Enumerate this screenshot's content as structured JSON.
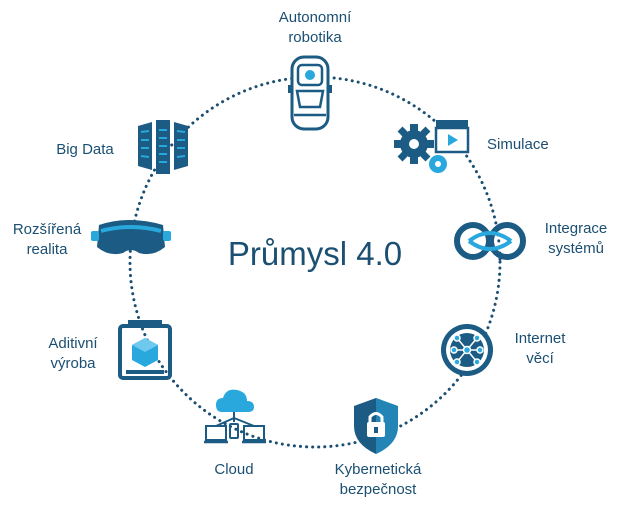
{
  "title": "Průmysl 4.0",
  "nodes": [
    {
      "id": "robotics",
      "lines": [
        "Autonomní",
        "robotika"
      ],
      "icon": "autonomous-robot-icon"
    },
    {
      "id": "simulation",
      "lines": [
        "Simulace"
      ],
      "icon": "simulation-gears-icon"
    },
    {
      "id": "integration",
      "lines": [
        "Integrace",
        "systémů"
      ],
      "icon": "system-integration-icon"
    },
    {
      "id": "iot",
      "lines": [
        "Internet",
        "věcí"
      ],
      "icon": "internet-of-things-icon"
    },
    {
      "id": "security",
      "lines": [
        "Kybernetická",
        "bezpečnost"
      ],
      "icon": "shield-lock-icon"
    },
    {
      "id": "cloud",
      "lines": [
        "Cloud"
      ],
      "icon": "cloud-devices-icon"
    },
    {
      "id": "additive",
      "lines": [
        "Aditivní",
        "výroba"
      ],
      "icon": "3d-printer-icon"
    },
    {
      "id": "ar",
      "lines": [
        "Rozšířená",
        "realita"
      ],
      "icon": "vr-headset-icon"
    },
    {
      "id": "bigdata",
      "lines": [
        "Big Data"
      ],
      "icon": "server-racks-icon"
    }
  ],
  "colors": {
    "primary": "#1b5b84",
    "accent": "#29a8de",
    "text": "#1b4f72",
    "circle": "#1b4f72"
  }
}
